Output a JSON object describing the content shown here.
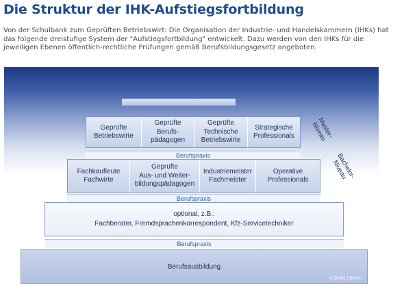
{
  "page": {
    "title": "Die Struktur der IHK-Aufstiegsfortbildung",
    "intro": "Von der Schulbank zum Geprüften Betriebswirt: Die Organisation der Industrie- und Handelskammern (IHKs) hat das folgende dreistufige System der \"Aufstiegsfortbildung\" entwickelt. Dazu werden von den IHKs für die jeweiligen Ebenen öffentlich-rechtliche Prüfungen gemäß Berufsbildungsgesetz angeboten."
  },
  "diagram": {
    "master": {
      "label": "Master-\nNiveau",
      "items": [
        "Geprüfte\nBetriebswirte",
        "Geprüfte\nBerufs-\npädagogen",
        "Geprüfte\nTechnische\nBetriebswirte",
        "Strategische\nProfessionals"
      ]
    },
    "bachelor": {
      "label": "Bachelor-\nNiveau",
      "items": [
        "Fachkaufleute\nFachwirte",
        "Geprüfte\nAus- und Weiter-\nbildungspädagogen",
        "Industriemeister\nFachmeister",
        "Operative\nProfessionals"
      ]
    },
    "praxis_label": "Berufspraxis",
    "optional": {
      "line1": "optional, z.B.:",
      "line2": "Fachberater, Fremdsprachenkorrespondent, Kfz-Servicetechniker"
    },
    "base": "Berufsausbildung",
    "copyright": "© DIHK | Berlin"
  }
}
